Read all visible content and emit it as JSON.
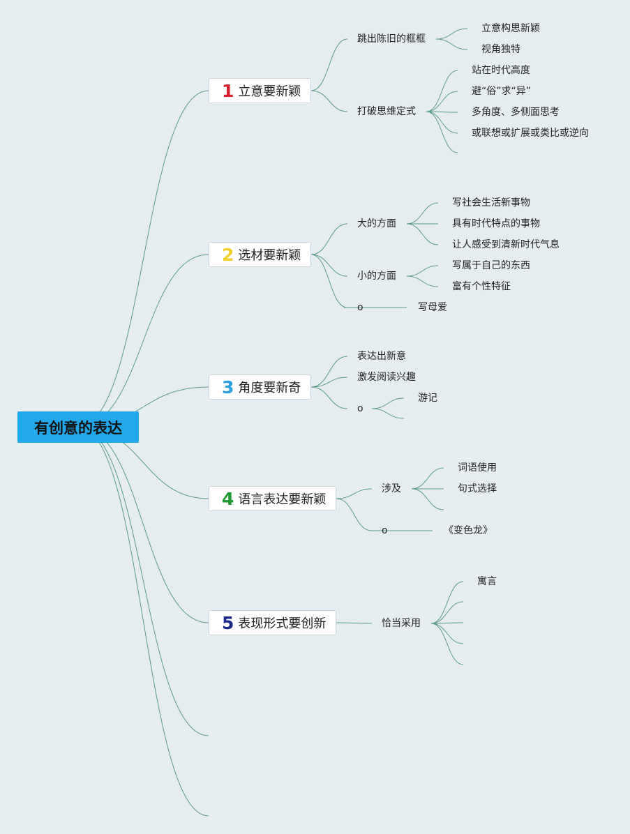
{
  "root": {
    "label": "有创意的表达"
  },
  "colors": {
    "link": "#5a9a88",
    "root_bg": "#24a8ec"
  },
  "branches": [
    {
      "number": "1",
      "number_color": "#d81e2c",
      "label": "立意要新颖",
      "children": [
        {
          "label": "跳出陈旧的框框",
          "children": [
            "立意构思新颖",
            "视角独特"
          ]
        },
        {
          "label": "打破思维定式",
          "children": [
            "站在时代高度",
            "避“俗”求“异”",
            "多角度、多侧面思考",
            "或联想或扩展或类比或逆向",
            ""
          ]
        }
      ]
    },
    {
      "number": "2",
      "number_color": "#f2cf2f",
      "label": "选材要新颖",
      "children": [
        {
          "label": "大的方面",
          "children": [
            "写社会生活新事物",
            "具有时代特点的事物",
            "让人感受到清新时代气息"
          ]
        },
        {
          "label": "小的方面",
          "children": [
            "写属于自己的东西",
            "富有个性特征"
          ]
        },
        {
          "label": "o",
          "children": [
            "写母爱"
          ]
        }
      ]
    },
    {
      "number": "3",
      "number_color": "#2c9ee2",
      "label": "角度要新奇",
      "children": [
        {
          "label": "表达出新意",
          "children": []
        },
        {
          "label": "激发阅读兴趣",
          "children": []
        },
        {
          "label": "o",
          "children": [
            "游记",
            ""
          ]
        }
      ]
    },
    {
      "number": "4",
      "number_color": "#1e9a2e",
      "label": "语言表达要新颖",
      "children": [
        {
          "label": "涉及",
          "children": [
            "词语使用",
            "句式选择",
            ""
          ]
        },
        {
          "label": "o",
          "children": [
            "《变色龙》"
          ]
        }
      ]
    },
    {
      "number": "5",
      "number_color": "#1c2a8a",
      "label": "表现形式要创新",
      "children": [
        {
          "label": "恰当采用",
          "children": [
            "寓言",
            "",
            "",
            "",
            ""
          ]
        }
      ]
    }
  ]
}
